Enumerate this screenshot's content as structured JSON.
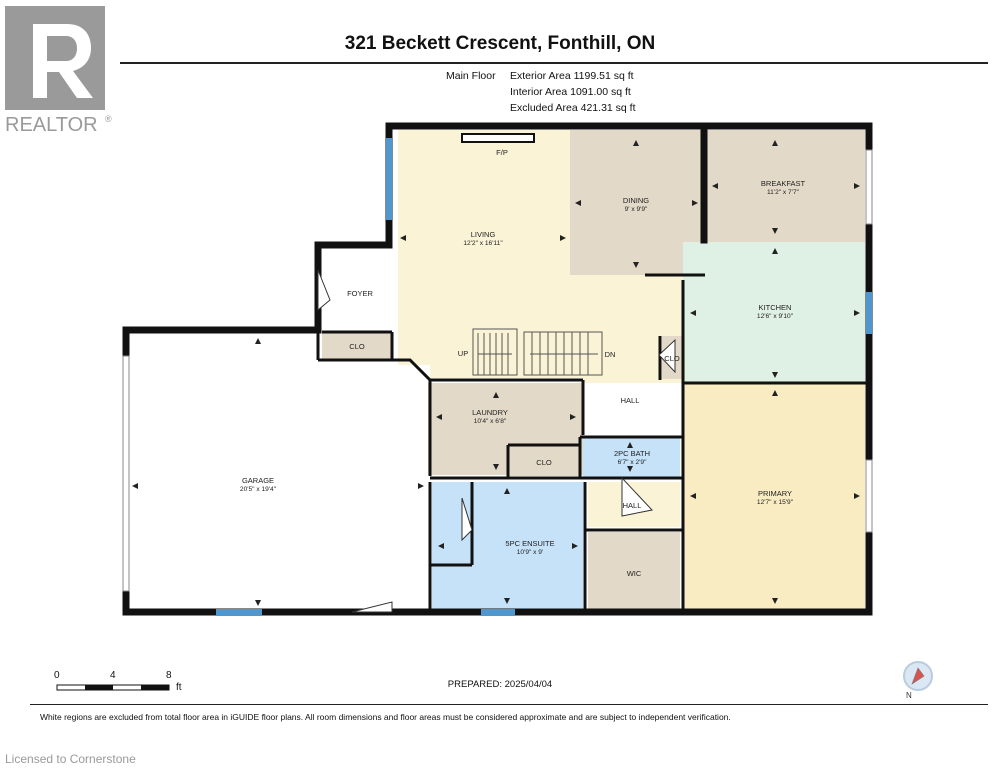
{
  "brand": {
    "name": "REALTOR",
    "symbol": "®"
  },
  "title": "321 Beckett Crescent, Fonthill, ON",
  "floor": {
    "name": "Main Floor",
    "exterior_area": "Exterior Area 1199.51 sq ft",
    "interior_area": "Interior Area 1091.00 sq ft",
    "excluded_area": "Excluded Area 421.31 sq ft"
  },
  "rooms": {
    "living": {
      "name": "LIVING",
      "dim": "12'2\" x 16'11\""
    },
    "dining": {
      "name": "DINING",
      "dim": "9' x 9'9\""
    },
    "breakfast": {
      "name": "BREAKFAST",
      "dim": "11'2\" x 7'7\""
    },
    "kitchen": {
      "name": "KITCHEN",
      "dim": "12'6\" x 9'10\""
    },
    "foyer": {
      "name": "FOYER"
    },
    "clo_foyer": {
      "name": "CLO"
    },
    "garage": {
      "name": "GARAGE",
      "dim": "20'5\" x 19'4\""
    },
    "laundry": {
      "name": "LAUNDRY",
      "dim": "10'4\" x 6'8\""
    },
    "clo_laundry": {
      "name": "CLO"
    },
    "clo_hall": {
      "name": "CLO"
    },
    "hall_upper": {
      "name": "HALL"
    },
    "bath2": {
      "name": "2PC BATH",
      "dim": "6'7\" x 2'9\""
    },
    "hall_lower": {
      "name": "HALL"
    },
    "ensuite": {
      "name": "5PC ENSUITE",
      "dim": "10'9\" x 9'"
    },
    "wic": {
      "name": "WIC"
    },
    "primary": {
      "name": "PRIMARY",
      "dim": "12'7\" x 15'9\""
    }
  },
  "markers": {
    "fireplace": "F/P",
    "stairs_up": "UP",
    "stairs_down": "DN"
  },
  "scale": {
    "ticks": [
      "0",
      "4",
      "8"
    ],
    "unit": "ft"
  },
  "compass": {
    "north": "N"
  },
  "prepared": "PREPARED: 2025/04/04",
  "disclaimer": "White regions are excluded from total floor area in iGUIDE floor plans. All room dimensions and floor areas must be considered approximate and are subject to independent verification.",
  "license": "Licensed to Cornerstone",
  "colors": {
    "living": "#fbf3d6",
    "dining": "#e3d9c8",
    "kitchen": "#dff0e4",
    "laundry": "#e3d9c8",
    "bath": "#c5e2f8",
    "primary": "#faecc2",
    "wic": "#e3d9c8",
    "hall": "#fbf3d6",
    "window": "#4f97cf",
    "wall": "#111111"
  }
}
